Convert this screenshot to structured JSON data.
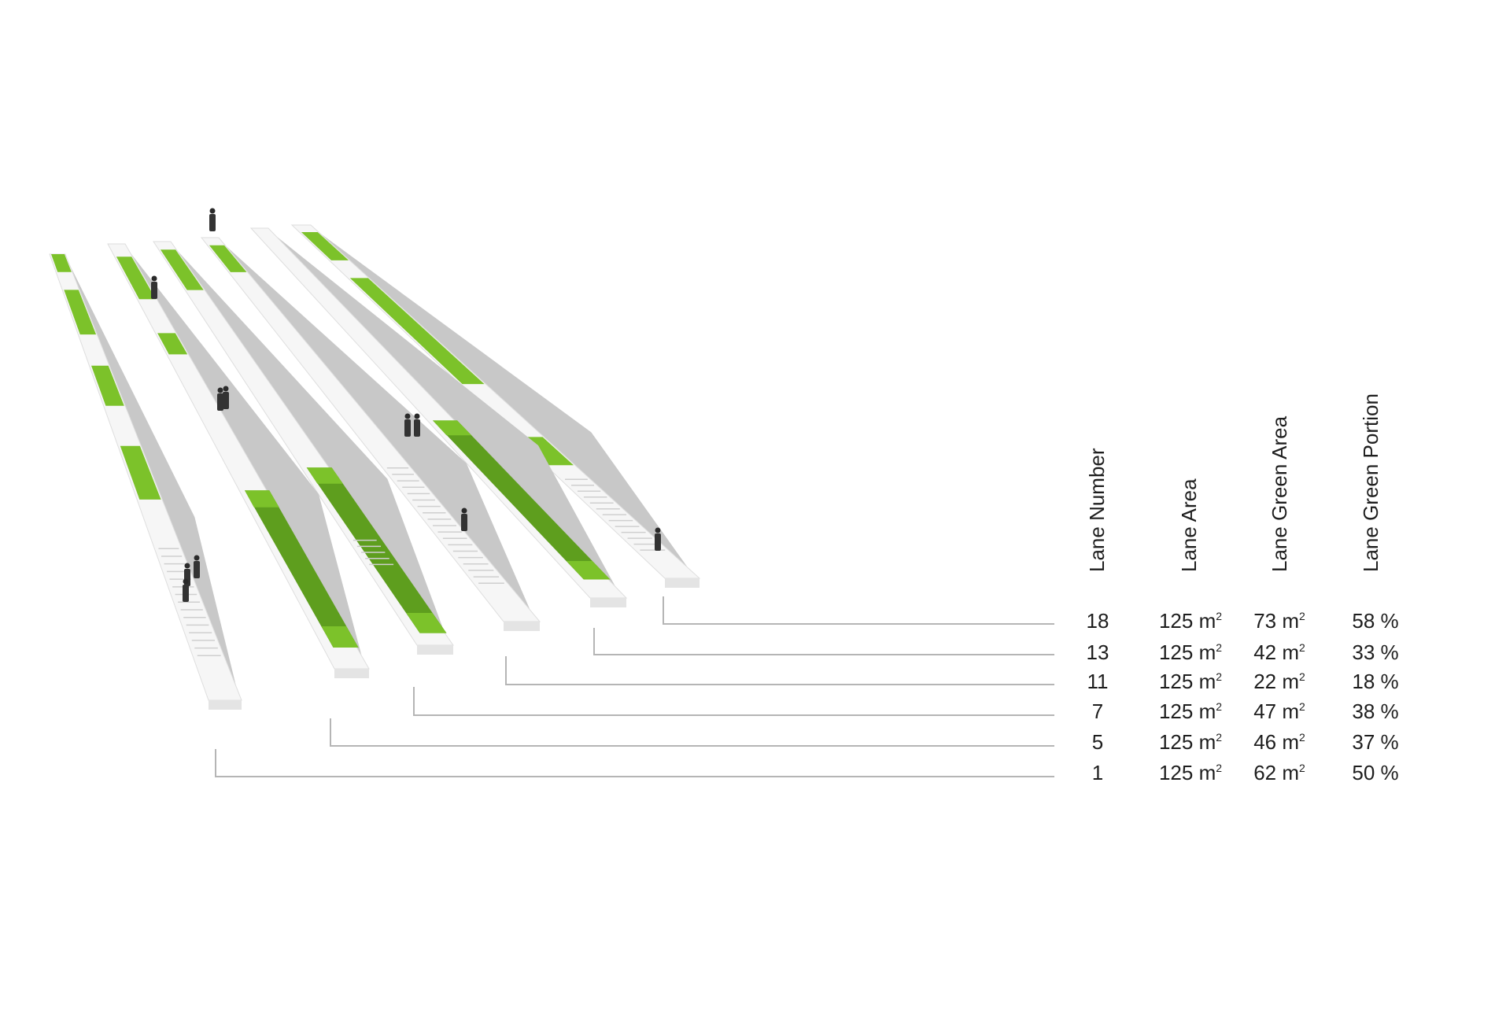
{
  "headers": {
    "lane_number": "Lane Number",
    "lane_area": "Lane Area",
    "lane_green_area": "Lane Green Area",
    "lane_green_portion": "Lane Green Portion"
  },
  "unit_symbol": "m",
  "unit_exponent": "2",
  "rows": [
    {
      "lane": "18",
      "area": "125",
      "green_area": "73",
      "portion": "58 %"
    },
    {
      "lane": "13",
      "area": "125",
      "green_area": "42",
      "portion": "33 %"
    },
    {
      "lane": "11",
      "area": "125",
      "green_area": "22",
      "portion": "18 %"
    },
    {
      "lane": "7",
      "area": "125",
      "green_area": "47",
      "portion": "38 %"
    },
    {
      "lane": "5",
      "area": "125",
      "green_area": "46",
      "portion": "37 %"
    },
    {
      "lane": "1",
      "area": "125",
      "green_area": "62",
      "portion": "50 %"
    }
  ],
  "colors": {
    "green": "#7cc22a",
    "green_dark": "#5e9e1e",
    "wall": "#c8c8c8",
    "surface": "#f6f6f6",
    "leader": "#b5b5b5"
  }
}
